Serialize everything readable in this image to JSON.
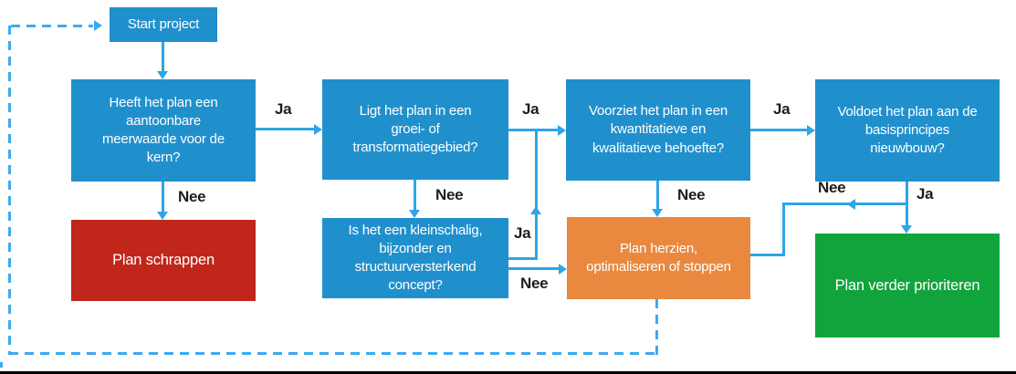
{
  "flowchart": {
    "nodes": {
      "start": {
        "label": "Start project",
        "type": "start"
      },
      "meerwaarde": {
        "label": "Heeft het plan een\naantoonbare\nmeerwaarde voor de\nkern?",
        "type": "decision"
      },
      "schrappen": {
        "label": "Plan schrappen",
        "type": "stop"
      },
      "gebied": {
        "label": "Ligt het plan in een\ngroei- of\ntransformatiegebied?",
        "type": "decision"
      },
      "concept": {
        "label": "Is het een kleinschalig,\nbijzonder en\nstructuurversterkend\nconcept?",
        "type": "decision"
      },
      "behoefte": {
        "label": "Voorziet het plan in een\nkwantitatieve en\nkwalitatieve behoefte?",
        "type": "decision"
      },
      "herzien": {
        "label": "Plan herzien,\noptimaliseren of stoppen",
        "type": "revise"
      },
      "basisprincipes": {
        "label": "Voldoet het plan aan de\nbasisprincipes\nnieuwbouw?",
        "type": "decision"
      },
      "prioriteren": {
        "label": "Plan verder prioriteren",
        "type": "go"
      }
    },
    "edge_labels": {
      "meerwaarde_ja": "Ja",
      "meerwaarde_nee": "Nee",
      "gebied_ja": "Ja",
      "gebied_nee": "Nee",
      "concept_ja": "Ja",
      "concept_nee": "Nee",
      "behoefte_ja": "Ja",
      "behoefte_nee": "Nee",
      "basisprincipes_ja": "Ja",
      "basisprincipes_nee": "Nee"
    },
    "colors": {
      "decision_blue": "#2090cd",
      "stop_red": "#c1261b",
      "revise_orange": "#e9883e",
      "go_green": "#12a43c",
      "arrow_blue": "#2ea6e6",
      "dashed_blue": "#3caaf0",
      "label_text": "#1d1d1b"
    }
  }
}
